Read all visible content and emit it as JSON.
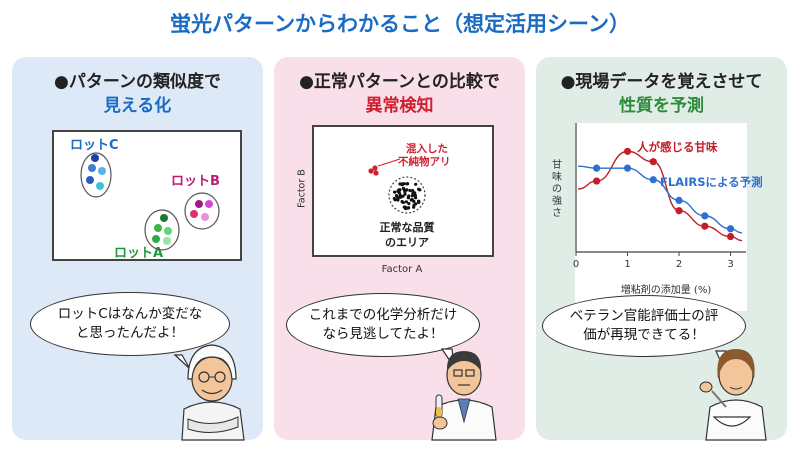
{
  "title": "蛍光パターンからわかること（想定活用シーン）",
  "panels": [
    {
      "heading": "●パターンの類似度で",
      "subheading": "見える化",
      "subheading_color": "#1a6bc4",
      "lots": [
        {
          "label": "ロットC",
          "color": "#1a6bc4"
        },
        {
          "label": "ロットB",
          "color": "#c0187a"
        },
        {
          "label": "ロットA",
          "color": "#1f9a3a"
        }
      ],
      "bubble": "ロットCはなんか変だなと思ったんだよ！"
    },
    {
      "heading": "●正常パターンとの比較で",
      "subheading": "異常検知",
      "subheading_color": "#d01f2f",
      "annotation": [
        "混入した",
        "不純物アリ"
      ],
      "normal_area": [
        "正常な品質",
        "のエリア"
      ],
      "xlabel": "Factor A",
      "ylabel": "Factor B",
      "bubble": "これまでの化学分析だけなら見逃してたよ！"
    },
    {
      "heading": "●現場データを覚えさせて",
      "subheading": "性質を予測",
      "subheading_color": "#2e8b3a",
      "bubble": "ベテラン官能評価士の評価が再現できてる！"
    }
  ],
  "chart_data": {
    "type": "line",
    "xlabel": "増粘剤の添加量 (%)",
    "ylabel": "甘味の強さ",
    "x_ticks": [
      "0",
      "1",
      "2",
      "3"
    ],
    "xlim": [
      0,
      3.3
    ],
    "ylim": [
      0,
      1
    ],
    "series": [
      {
        "name": "人が感じる甘味",
        "color": "#c0202a",
        "x": [
          0.4,
          1.0,
          1.5,
          2.0,
          2.5,
          3.0
        ],
        "y": [
          0.55,
          0.78,
          0.7,
          0.32,
          0.2,
          0.12
        ]
      },
      {
        "name": "FLAIRSによる予測",
        "color": "#2f6fd0",
        "x": [
          0.4,
          1.0,
          1.5,
          2.0,
          2.5,
          3.0
        ],
        "y": [
          0.65,
          0.65,
          0.56,
          0.4,
          0.28,
          0.18
        ]
      }
    ]
  },
  "colors": {
    "title": "#1a6bc4",
    "panel1_bg": "#dde9f7",
    "panel2_bg": "#f9dfe9",
    "panel3_bg": "#e0ece6"
  }
}
